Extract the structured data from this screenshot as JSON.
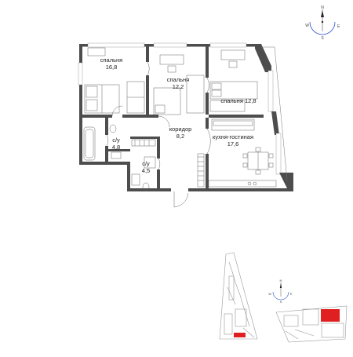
{
  "rooms": [
    {
      "id": "bedroom-1",
      "name": "спальня",
      "area": "16,8"
    },
    {
      "id": "bedroom-2",
      "name": "спальня",
      "area": "12,2"
    },
    {
      "id": "bedroom-3",
      "name": "спальня",
      "area": "12,8"
    },
    {
      "id": "corridor",
      "name": "коридор",
      "area": "8,2"
    },
    {
      "id": "bathroom-1",
      "name": "с/у",
      "area": "4,8"
    },
    {
      "id": "bathroom-2",
      "name": "с/у",
      "area": "4,5"
    },
    {
      "id": "kitchen-living",
      "name": "кухня-гостиная",
      "area": "17,6"
    }
  ],
  "compass": {
    "main": {
      "n": "N",
      "s": "S",
      "e": "E",
      "w": "W"
    },
    "small": {
      "n": "N",
      "s": "S",
      "e": "E",
      "w": "W"
    }
  },
  "colors": {
    "wall": "#4d4d4d",
    "highlight": "#e02020",
    "site_line": "#9a9a9a",
    "compass_blue": "#2a4fd0"
  }
}
